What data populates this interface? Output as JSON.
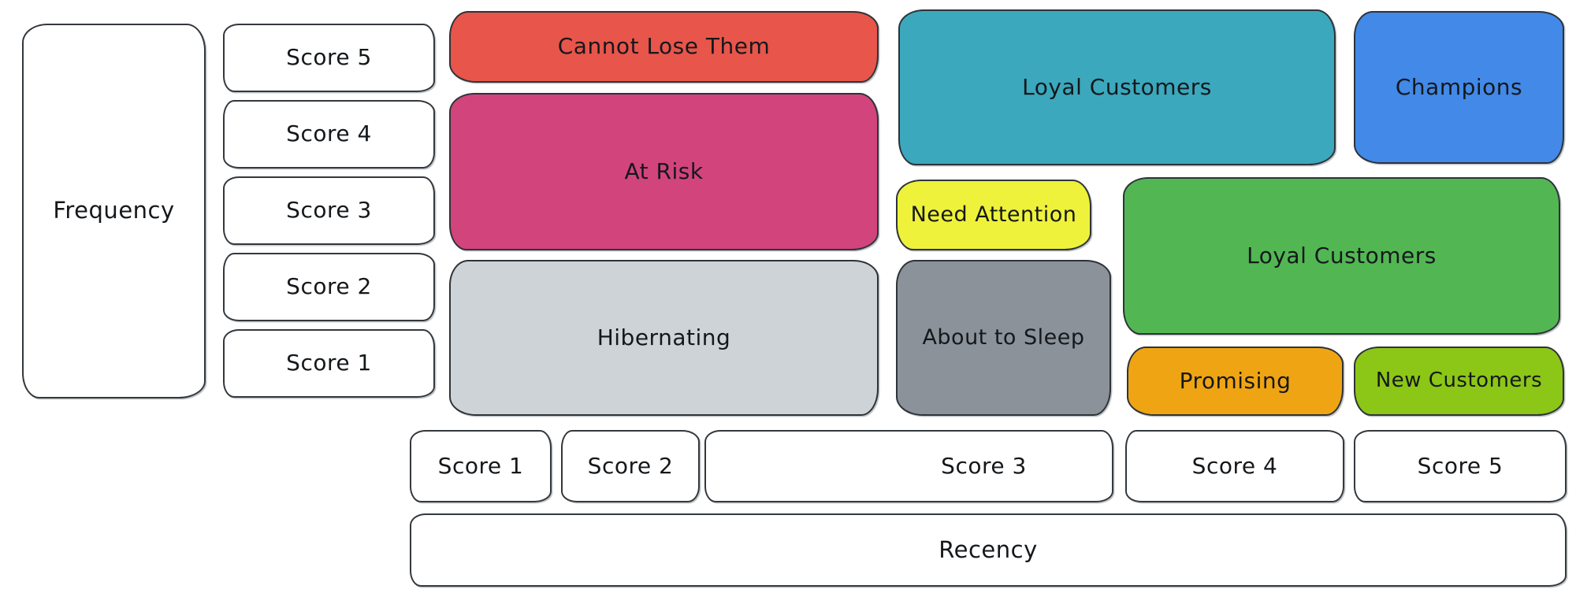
{
  "axes": {
    "y_axis": {
      "label": "Frequency",
      "scores": [
        "Score 5",
        "Score 4",
        "Score 3",
        "Score 2",
        "Score 1"
      ]
    },
    "x_axis": {
      "label": "Recency",
      "scores": [
        "Score 1",
        "Score 2",
        "Score 3",
        "Score 4",
        "Score 5"
      ]
    }
  },
  "segments": [
    {
      "id": "cannot-lose-them",
      "label": "Cannot Lose Them",
      "color": "#e8554b",
      "recency_scores": [
        1,
        2
      ],
      "frequency_scores": [
        5
      ]
    },
    {
      "id": "at-risk",
      "label": "At Risk",
      "color": "#d2447c",
      "recency_scores": [
        1,
        2
      ],
      "frequency_scores": [
        3,
        4
      ]
    },
    {
      "id": "hibernating",
      "label": "Hibernating",
      "color": "#ced3d8",
      "recency_scores": [
        1,
        2
      ],
      "frequency_scores": [
        1,
        2
      ]
    },
    {
      "id": "loyal-customers-top",
      "label": "Loyal Customers",
      "color": "#3ba8bd",
      "recency_scores": [
        3,
        4
      ],
      "frequency_scores": [
        4,
        5
      ]
    },
    {
      "id": "champions",
      "label": "Champions",
      "color": "#4289e8",
      "recency_scores": [
        5
      ],
      "frequency_scores": [
        4,
        5
      ]
    },
    {
      "id": "need-attention",
      "label": "Need Attention",
      "color": "#eef23a",
      "recency_scores": [
        3
      ],
      "frequency_scores": [
        3
      ]
    },
    {
      "id": "about-to-sleep",
      "label": "About to Sleep",
      "color": "#8b929a",
      "recency_scores": [
        3
      ],
      "frequency_scores": [
        1,
        2
      ]
    },
    {
      "id": "loyal-customers-mid",
      "label": "Loyal Customers",
      "color": "#52b753",
      "recency_scores": [
        4,
        5
      ],
      "frequency_scores": [
        2,
        3
      ]
    },
    {
      "id": "promising",
      "label": "Promising",
      "color": "#efa513",
      "recency_scores": [
        4
      ],
      "frequency_scores": [
        1
      ]
    },
    {
      "id": "new-customers",
      "label": "New Customers",
      "color": "#8cc617",
      "recency_scores": [
        5
      ],
      "frequency_scores": [
        1
      ]
    }
  ]
}
